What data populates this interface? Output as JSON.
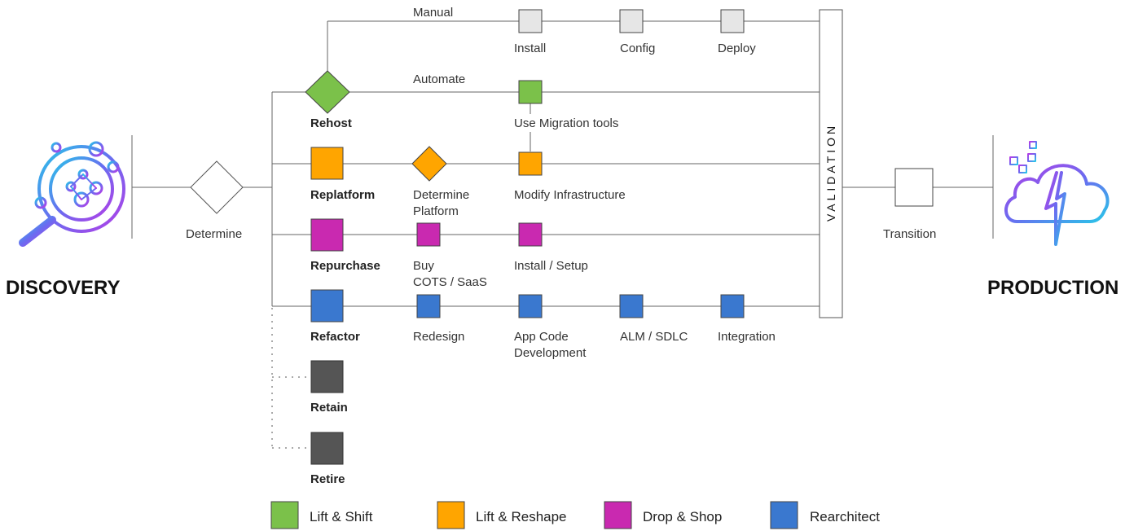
{
  "colors": {
    "lift_shift": "#7bc14a",
    "lift_reshape": "#ffa500",
    "drop_shop": "#c929b0",
    "rearchitect": "#3a78cf",
    "retain_retire": "#555555",
    "manual": "#e6e6e6"
  },
  "discovery": {
    "label": "DISCOVERY",
    "icon": "discovery-magnifier-icon"
  },
  "production": {
    "label": "PRODUCTION",
    "icon": "cloud-production-icon"
  },
  "determine": {
    "label": "Determine"
  },
  "validation": {
    "label": "VALIDATION"
  },
  "transition": {
    "label": "Transition"
  },
  "rehost": {
    "label": "Rehost",
    "manual_label": "Manual",
    "automate_label": "Automate",
    "steps": {
      "install": "Install",
      "config": "Config",
      "deploy": "Deploy",
      "migration_tools": "Use Migration tools"
    }
  },
  "replatform": {
    "label": "Replatform",
    "determine_platform": [
      "Determine",
      "Platform"
    ],
    "modify": "Modify Infrastructure"
  },
  "repurchase": {
    "label": "Repurchase",
    "buy": [
      "Buy",
      "COTS / SaaS"
    ],
    "install_setup": "Install / Setup"
  },
  "refactor": {
    "label": "Refactor",
    "redesign": "Redesign",
    "app_code": [
      "App Code",
      "Development"
    ],
    "alm": "ALM / SDLC",
    "integration": "Integration"
  },
  "retain": {
    "label": "Retain"
  },
  "retire": {
    "label": "Retire"
  },
  "legend": [
    {
      "label": "Lift & Shift",
      "color": "#7bc14a"
    },
    {
      "label": "Lift & Reshape",
      "color": "#ffa500"
    },
    {
      "label": "Drop & Shop",
      "color": "#c929b0"
    },
    {
      "label": "Rearchitect",
      "color": "#3a78cf"
    }
  ]
}
